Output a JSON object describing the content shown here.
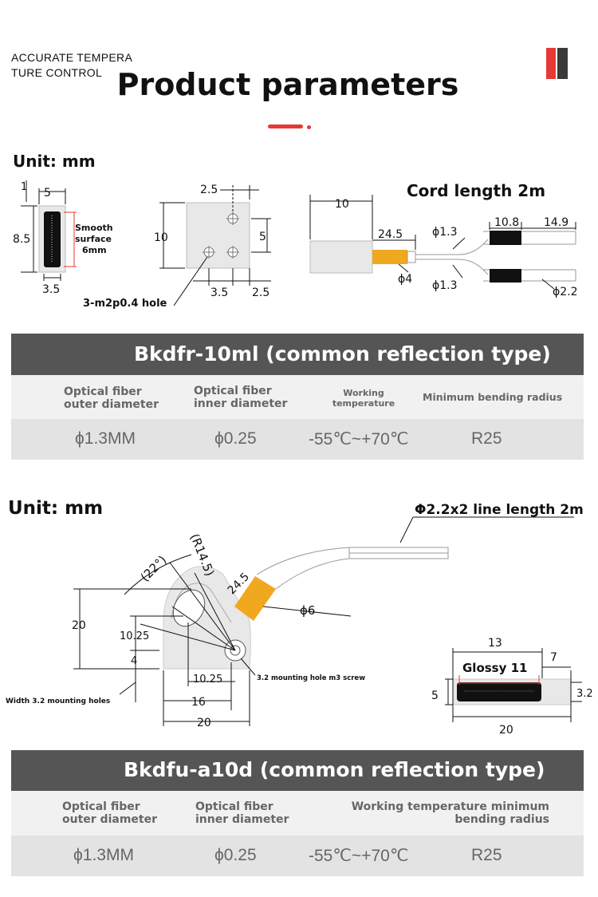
{
  "header": {
    "brand_line1": "ACCURATE TEMPERA",
    "brand_line2": "TURE CONTROL",
    "title": "Product parameters",
    "accent_color": "#e53935"
  },
  "section1": {
    "unit_label": "Unit: mm",
    "diagram": {
      "d1_top": "1",
      "d1_width": "5",
      "d1_height": "8.5",
      "d1_bottom": "3.5",
      "d1_note1": "Smooth",
      "d1_note2": "surface",
      "d1_note3": "6mm",
      "d2_top": "2.5",
      "d2_height": "10",
      "d2_right": "5",
      "d2_bottom1": "3.5",
      "d2_bottom2": "2.5",
      "d2_hole": "3-m2p0.4 hole",
      "cord_length": "Cord length 2m",
      "d3_body": "10",
      "d3_sleeve": "24.5",
      "d3_phi4": "ϕ4",
      "d3_phi13a": "ϕ1.3",
      "d3_phi13b": "ϕ1.3",
      "d3_108": "10.8",
      "d3_149": "14.9",
      "d3_phi22": "ϕ2.2"
    },
    "model_title": "Bkdfr-10ml (common reflection type)",
    "headers": {
      "outer_1": "Optical fiber",
      "outer_2": "outer diameter",
      "inner_1": "Optical fiber",
      "inner_2": "inner diameter",
      "temp_1": "Working",
      "temp_2": "temperature",
      "radius": "Minimum bending radius"
    },
    "values": {
      "outer": "ϕ1.3MM",
      "inner": "ϕ0.25",
      "temp": "-55℃~+70℃",
      "radius": "R25"
    }
  },
  "section2": {
    "unit_label": "Unit: mm",
    "diagram": {
      "line_length": "Φ2.2x2 line length 2m",
      "angle": "(22°)",
      "radius": "(R14.5)",
      "sleeve": "24.5",
      "phi6": "ϕ6",
      "h20": "20",
      "h1025": "10.25",
      "h4": "4",
      "w1025": "10.25",
      "w16": "16",
      "w20": "20",
      "mount_hole": "3.2 mounting hole m3 screw",
      "width_holes": "Width 3.2 mounting holes",
      "f_13": "13",
      "f_glossy": "Glossy 11",
      "f_7": "7",
      "f_5": "5",
      "f_32": "3.2",
      "f_20": "20"
    },
    "model_title": "Bkdfu-a10d (common reflection type)",
    "headers": {
      "outer_1": "Optical fiber",
      "outer_2": "outer diameter",
      "inner_1": "Optical fiber",
      "inner_2": "inner diameter",
      "temp_radius_1": "Working temperature minimum",
      "temp_radius_2": "bending radius"
    },
    "values": {
      "outer": "ϕ1.3MM",
      "inner": "ϕ0.25",
      "temp": "-55℃~+70℃",
      "radius": "R25"
    }
  },
  "colors": {
    "bar": "#555555",
    "header_row": "#f1f1f1",
    "value_row": "#e3e3e3",
    "sleeve": "#f0a81e",
    "logo_dark": "#3a3a3a"
  }
}
